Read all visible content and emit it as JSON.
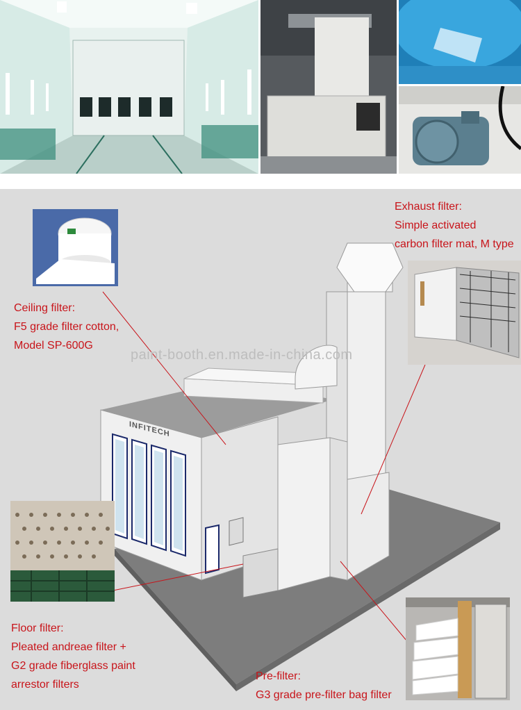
{
  "watermark": "paint-booth.en.made-in-china.com",
  "brand": "INFITECH",
  "labels": {
    "ceiling": [
      "Ceiling filter:",
      "F5 grade filter cotton,",
      "Model SP-600G"
    ],
    "exhaust": [
      "Exhaust filter:",
      "Simple activated",
      "carbon filter mat, M type"
    ],
    "floor": [
      "Floor filter:",
      "Pleated andreae filter +",
      "G2 grade fiberglass paint",
      "arrestor filters"
    ],
    "prefilter": [
      "Pre-filter:",
      "G3 grade pre-filter bag filter"
    ]
  },
  "colors": {
    "label": "#c8141a",
    "panel": "#dcdcdc",
    "accent": "#2e8fc7"
  }
}
